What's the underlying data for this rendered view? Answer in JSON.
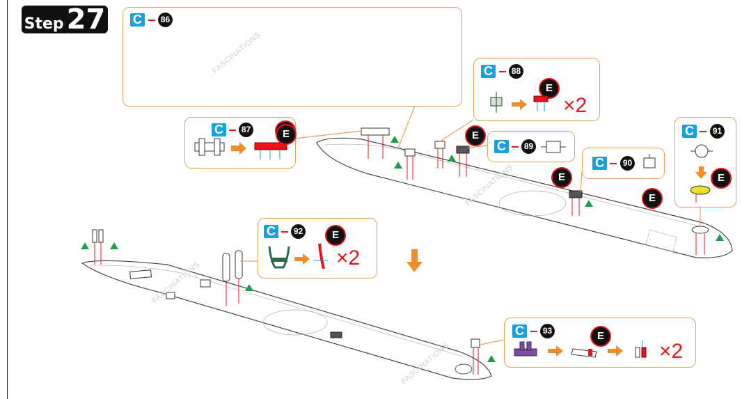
{
  "step": {
    "label": "Step",
    "number": "27"
  },
  "sheet_letter": "C",
  "assembly_letter": "E",
  "callouts": {
    "c86": {
      "part": "86"
    },
    "c87": {
      "part": "87"
    },
    "c88": {
      "part": "88",
      "multiplier": "×2"
    },
    "c89": {
      "part": "89"
    },
    "c90": {
      "part": "90"
    },
    "c91": {
      "part": "91"
    },
    "c92": {
      "part": "92",
      "multiplier": "×2"
    },
    "c93": {
      "part": "93",
      "multiplier": "×2"
    }
  },
  "watermark": "FASCINATIONS",
  "colors": {
    "orange": "#f28c28",
    "blue": "#1aa0dc",
    "red": "#e8141c",
    "green": "#1e9e4a",
    "border": "#e8a25a"
  }
}
